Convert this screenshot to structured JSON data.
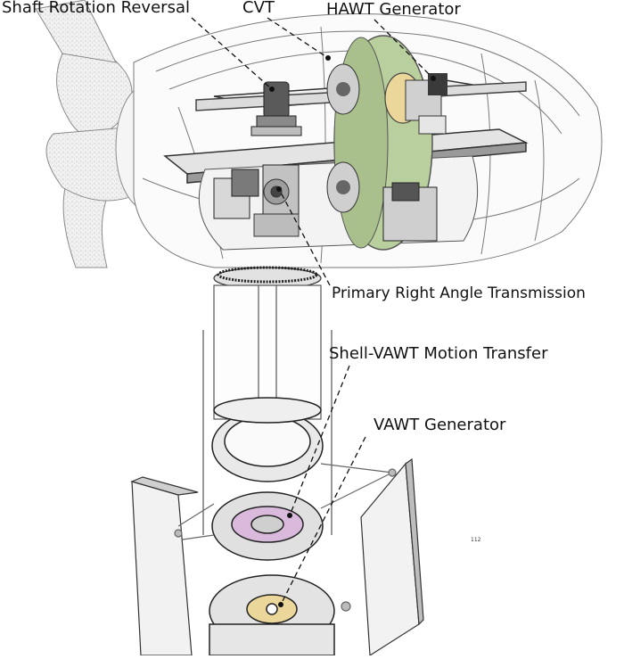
{
  "labels": {
    "shaft_rotation_reversal": "Shaft Rotation Reversal",
    "cvt": "CVT",
    "hawt_generator": "HAWT Generator",
    "primary_right_angle_transmission": "Primary Right Angle Transmission",
    "shell_vawt_motion_transfer": "Shell-VAWT Motion Transfer",
    "vawt_generator": "VAWT Generator"
  },
  "page_number": "112",
  "colors": {
    "cvt_disc": "#b9cf9e",
    "generator_ring": "#ecd79a",
    "motion_transfer": "#d9b9dc",
    "line": "#4a4a4a",
    "sketch": "#9a9a9a"
  }
}
